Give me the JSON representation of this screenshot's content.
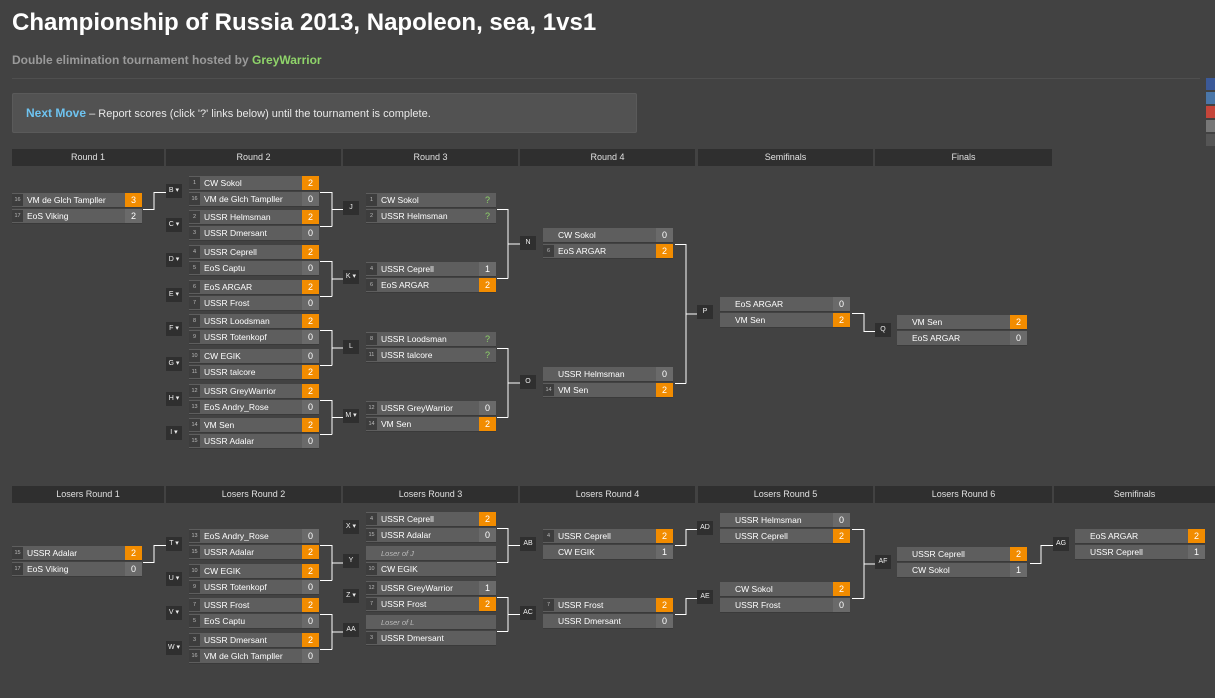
{
  "title": "Championship of Russia 2013, Napoleon, sea, 1vs1",
  "subtitle_prefix": "Double elimination tournament hosted by ",
  "host": "GreyWarrior",
  "next_move_label": "Next Move",
  "next_move_text": " – Report scores (click '?' links below) until the tournament is complete.",
  "winners_headers": [
    "Round 1",
    "Round 2",
    "Round 3",
    "Round 4",
    "Semifinals",
    "Finals"
  ],
  "losers_headers": [
    "Losers Round 1",
    "Losers Round 2",
    "Losers Round 3",
    "Losers Round 4",
    "Losers Round 5",
    "Losers Round 6",
    "Semifinals"
  ],
  "matches": [
    {
      "id": "",
      "t": [
        {
          "s": "16",
          "n": "VM de Glch Tampller",
          "sc": "3",
          "w": true
        },
        {
          "s": "17",
          "n": "EoS Viking",
          "sc": "2"
        }
      ]
    },
    {
      "id": "B",
      "t": [
        {
          "s": "1",
          "n": "CW Sokol",
          "sc": "2",
          "w": true
        },
        {
          "s": "16",
          "n": "VM de Glch Tampller",
          "sc": "0"
        }
      ]
    },
    {
      "id": "C",
      "t": [
        {
          "s": "2",
          "n": "USSR Helmsman",
          "sc": "2",
          "w": true
        },
        {
          "s": "3",
          "n": "USSR Dmersant",
          "sc": "0"
        }
      ]
    },
    {
      "id": "D",
      "t": [
        {
          "s": "4",
          "n": "USSR Ceprell",
          "sc": "2",
          "w": true
        },
        {
          "s": "5",
          "n": "EoS Captu",
          "sc": "0"
        }
      ]
    },
    {
      "id": "E",
      "t": [
        {
          "s": "6",
          "n": "EoS ARGAR",
          "sc": "2",
          "w": true
        },
        {
          "s": "7",
          "n": "USSR Frost",
          "sc": "0"
        }
      ]
    },
    {
      "id": "F",
      "t": [
        {
          "s": "8",
          "n": "USSR Loodsman",
          "sc": "2",
          "w": true
        },
        {
          "s": "9",
          "n": "USSR Totenkopf",
          "sc": "0"
        }
      ]
    },
    {
      "id": "G",
      "t": [
        {
          "s": "10",
          "n": "CW EGIK",
          "sc": "0"
        },
        {
          "s": "11",
          "n": "USSR talcore",
          "sc": "2",
          "w": true
        }
      ]
    },
    {
      "id": "H",
      "t": [
        {
          "s": "12",
          "n": "USSR GreyWarrior",
          "sc": "2",
          "w": true
        },
        {
          "s": "13",
          "n": "EoS Andry_Rose",
          "sc": "0"
        }
      ]
    },
    {
      "id": "I",
      "t": [
        {
          "s": "14",
          "n": "VM Sen",
          "sc": "2",
          "w": true
        },
        {
          "s": "15",
          "n": "USSR Adalar",
          "sc": "0"
        }
      ]
    },
    {
      "id": "J",
      "t": [
        {
          "s": "1",
          "n": "CW Sokol",
          "sc": "?",
          "q": true
        },
        {
          "s": "2",
          "n": "USSR Helmsman",
          "sc": "?",
          "q": true
        }
      ]
    },
    {
      "id": "K",
      "t": [
        {
          "s": "4",
          "n": "USSR Ceprell",
          "sc": "1"
        },
        {
          "s": "6",
          "n": "EoS ARGAR",
          "sc": "2",
          "w": true
        }
      ]
    },
    {
      "id": "L",
      "t": [
        {
          "s": "8",
          "n": "USSR Loodsman",
          "sc": "?",
          "q": true
        },
        {
          "s": "11",
          "n": "USSR talcore",
          "sc": "?",
          "q": true
        }
      ]
    },
    {
      "id": "M",
      "t": [
        {
          "s": "12",
          "n": "USSR GreyWarrior",
          "sc": "0"
        },
        {
          "s": "14",
          "n": "VM Sen",
          "sc": "2",
          "w": true
        }
      ]
    },
    {
      "id": "N",
      "t": [
        {
          "s": "",
          "n": "CW Sokol",
          "sc": "0"
        },
        {
          "s": "6",
          "n": "EoS ARGAR",
          "sc": "2",
          "w": true
        }
      ]
    },
    {
      "id": "O",
      "t": [
        {
          "s": "",
          "n": "USSR Helmsman",
          "sc": "0"
        },
        {
          "s": "14",
          "n": "VM Sen",
          "sc": "2",
          "w": true
        }
      ]
    },
    {
      "id": "P",
      "t": [
        {
          "s": "",
          "n": "EoS ARGAR",
          "sc": "0"
        },
        {
          "s": "",
          "n": "VM Sen",
          "sc": "2",
          "w": true
        }
      ]
    },
    {
      "id": "Q",
      "t": [
        {
          "s": "",
          "n": "VM Sen",
          "sc": "2",
          "w": true
        },
        {
          "s": "",
          "n": "EoS ARGAR",
          "sc": "0"
        }
      ]
    },
    {
      "id": "",
      "t": [
        {
          "s": "15",
          "n": "USSR Adalar",
          "sc": "2",
          "w": true
        },
        {
          "s": "17",
          "n": "EoS Viking",
          "sc": "0"
        }
      ]
    },
    {
      "id": "T",
      "t": [
        {
          "s": "13",
          "n": "EoS Andry_Rose",
          "sc": "0"
        },
        {
          "s": "15",
          "n": "USSR Adalar",
          "sc": "2",
          "w": true
        }
      ]
    },
    {
      "id": "U",
      "t": [
        {
          "s": "10",
          "n": "CW EGIK",
          "sc": "2",
          "w": true
        },
        {
          "s": "9",
          "n": "USSR Totenkopf",
          "sc": "0"
        }
      ]
    },
    {
      "id": "V",
      "t": [
        {
          "s": "7",
          "n": "USSR Frost",
          "sc": "2",
          "w": true
        },
        {
          "s": "5",
          "n": "EoS Captu",
          "sc": "0"
        }
      ]
    },
    {
      "id": "W",
      "t": [
        {
          "s": "3",
          "n": "USSR Dmersant",
          "sc": "2",
          "w": true
        },
        {
          "s": "16",
          "n": "VM de Glch Tampller",
          "sc": "0"
        }
      ]
    },
    {
      "id": "X",
      "t": [
        {
          "s": "4",
          "n": "USSR Ceprell",
          "sc": "2",
          "w": true
        },
        {
          "s": "15",
          "n": "USSR Adalar",
          "sc": "0"
        }
      ]
    },
    {
      "id": "Y",
      "t": [
        {
          "s": "",
          "n": "Loser of J",
          "sc": "",
          "ph": true
        },
        {
          "s": "10",
          "n": "CW EGIK",
          "sc": ""
        }
      ]
    },
    {
      "id": "Z",
      "t": [
        {
          "s": "12",
          "n": "USSR GreyWarrior",
          "sc": "1"
        },
        {
          "s": "7",
          "n": "USSR Frost",
          "sc": "2",
          "w": true
        }
      ]
    },
    {
      "id": "AA",
      "t": [
        {
          "s": "",
          "n": "Loser of L",
          "sc": "",
          "ph": true
        },
        {
          "s": "3",
          "n": "USSR Dmersant",
          "sc": ""
        }
      ]
    },
    {
      "id": "AB",
      "t": [
        {
          "s": "4",
          "n": "USSR Ceprell",
          "sc": "2",
          "w": true
        },
        {
          "s": "",
          "n": "CW EGIK",
          "sc": "1"
        }
      ]
    },
    {
      "id": "AC",
      "t": [
        {
          "s": "7",
          "n": "USSR Frost",
          "sc": "2",
          "w": true
        },
        {
          "s": "",
          "n": "USSR Dmersant",
          "sc": "0"
        }
      ]
    },
    {
      "id": "AD",
      "t": [
        {
          "s": "",
          "n": "USSR Helmsman",
          "sc": "0"
        },
        {
          "s": "",
          "n": "USSR Ceprell",
          "sc": "2",
          "w": true
        }
      ]
    },
    {
      "id": "AE",
      "t": [
        {
          "s": "",
          "n": "CW Sokol",
          "sc": "2",
          "w": true
        },
        {
          "s": "",
          "n": "USSR Frost",
          "sc": "0"
        }
      ]
    },
    {
      "id": "AF",
      "t": [
        {
          "s": "",
          "n": "USSR Ceprell",
          "sc": "2",
          "w": true
        },
        {
          "s": "",
          "n": "CW Sokol",
          "sc": "1"
        }
      ]
    },
    {
      "id": "AG",
      "t": [
        {
          "s": "",
          "n": "EoS ARGAR",
          "sc": "2",
          "w": true
        },
        {
          "s": "",
          "n": "USSR Ceprell",
          "sc": "1"
        }
      ]
    }
  ]
}
